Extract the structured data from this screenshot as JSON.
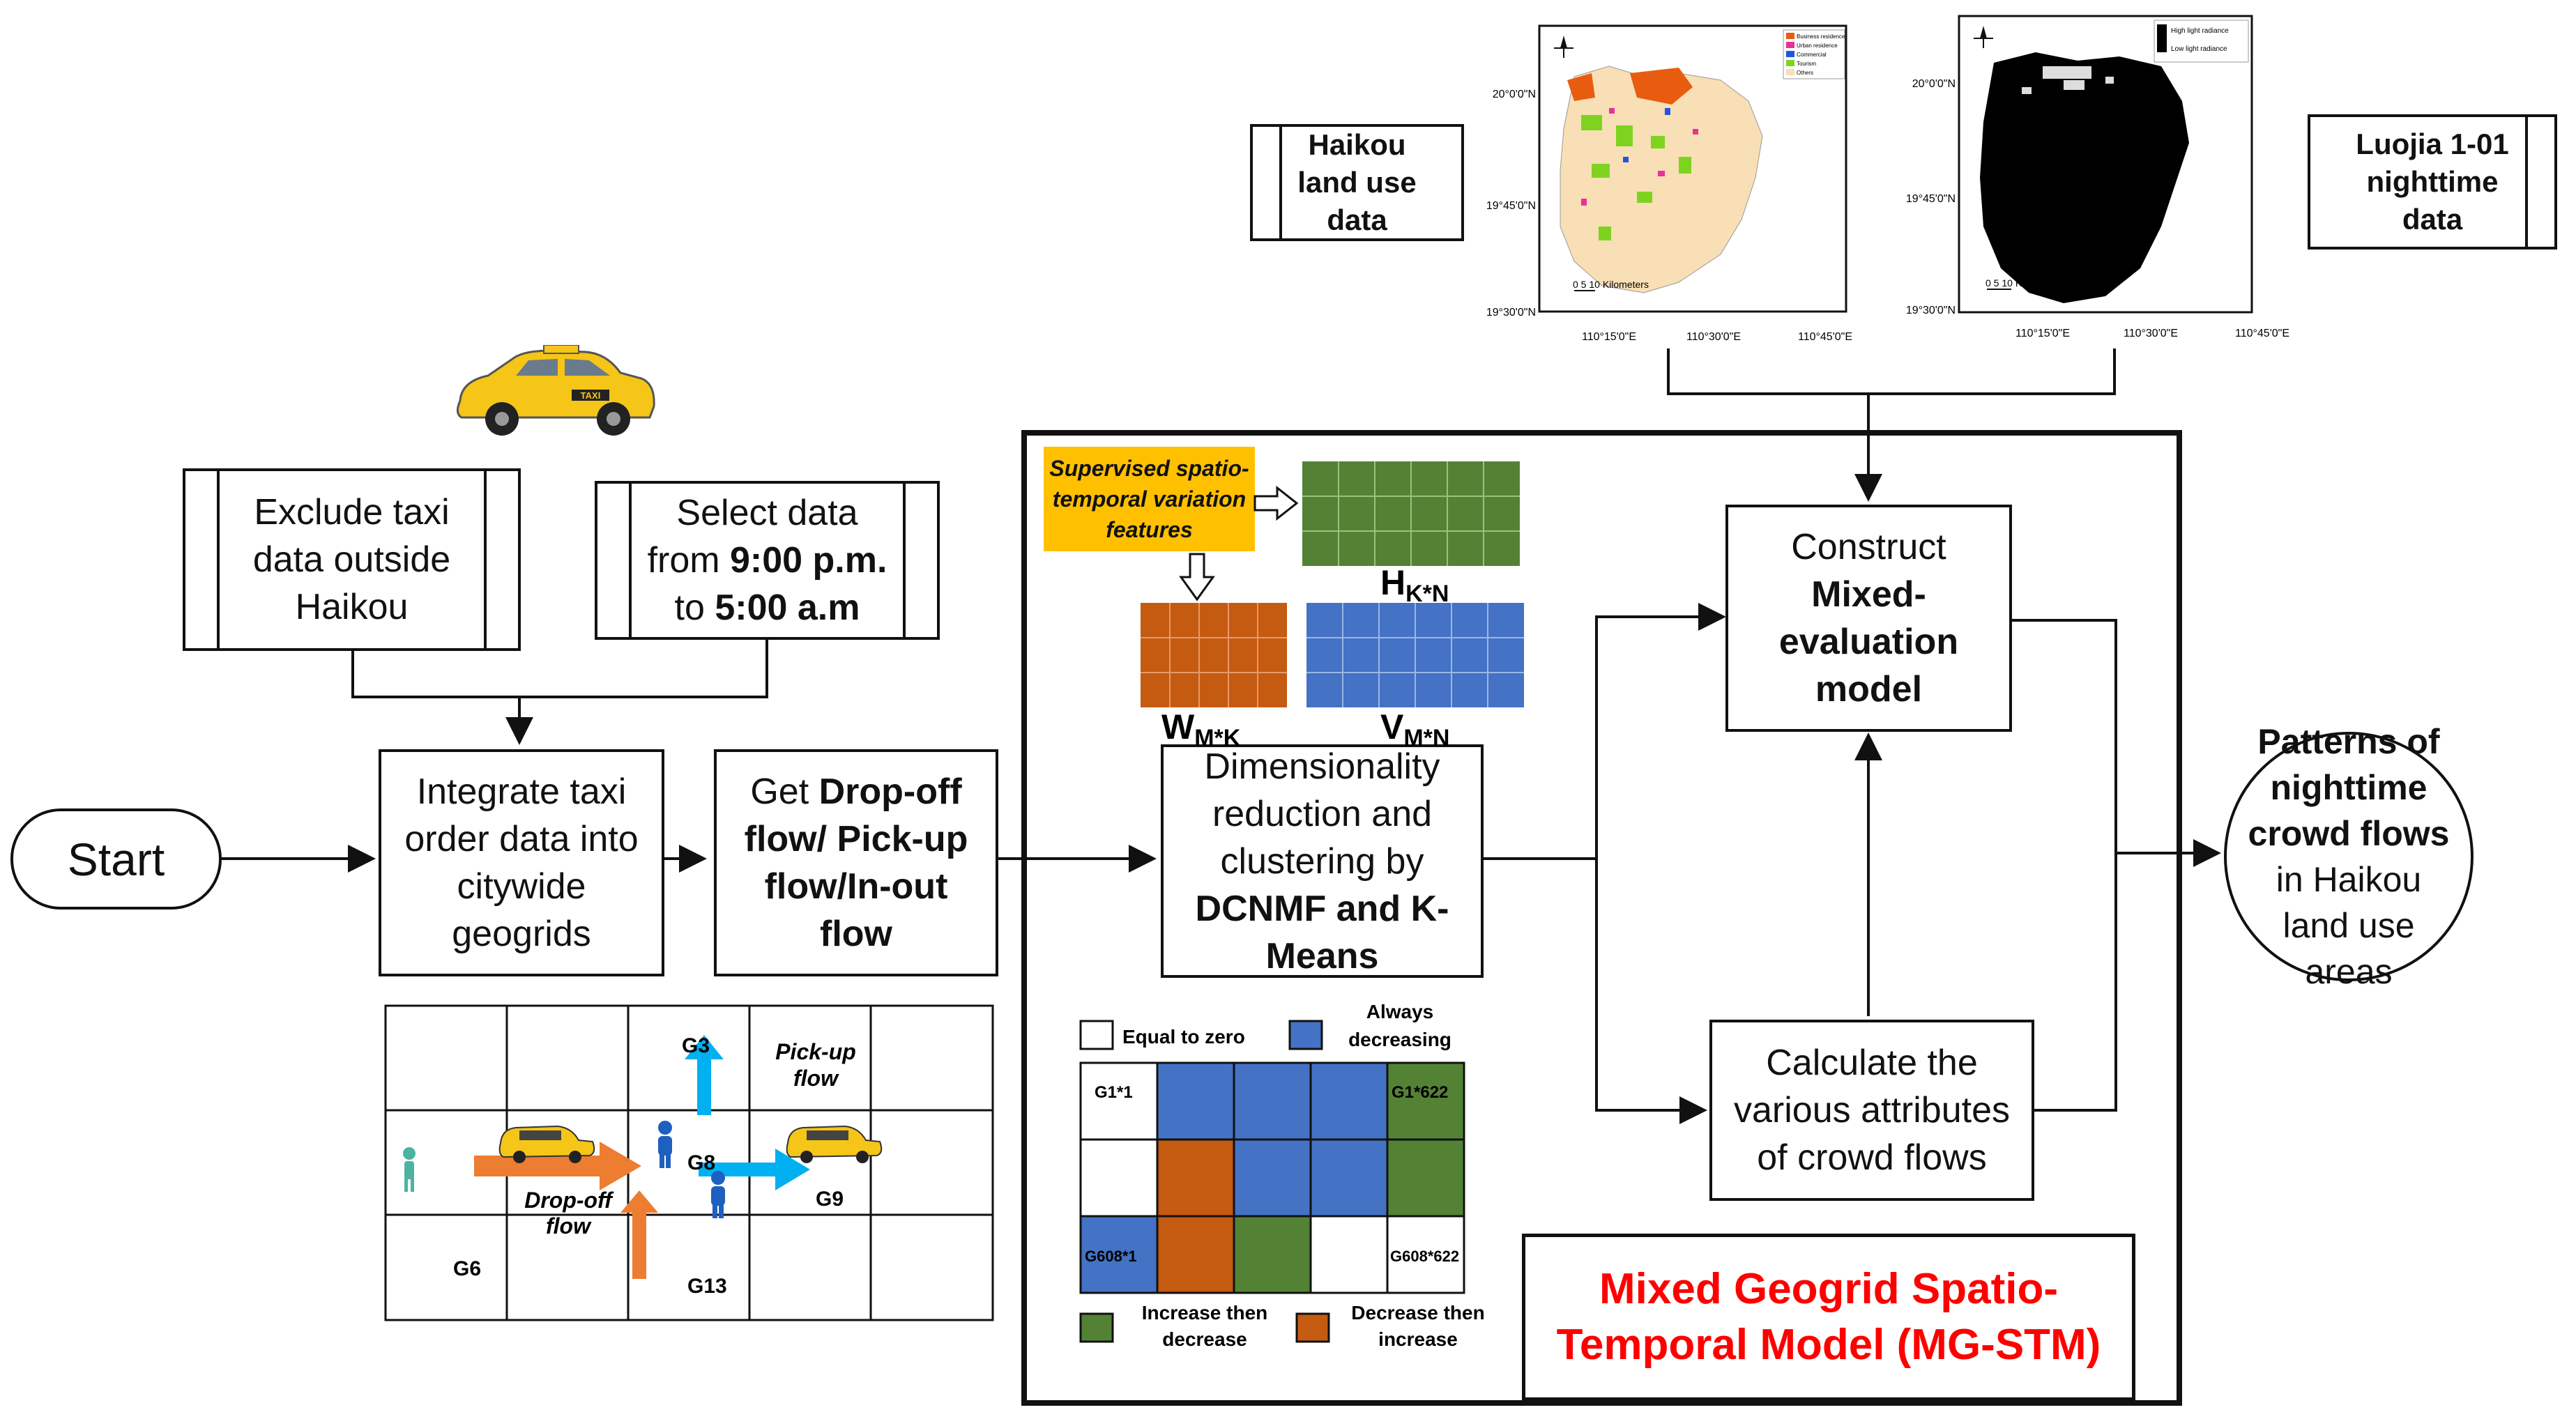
{
  "nodes": {
    "start": "Start",
    "exclude": "Exclude taxi data outside Haikou",
    "select_prefix": "Select data from ",
    "select_time1": "9:00 p.m.",
    "select_mid": " to ",
    "select_time2": "5:00 a.m",
    "integrate": "Integrate taxi order data into citywide geogrids",
    "get_prefix": "Get ",
    "get_bold": "Drop-off flow/ Pick-up flow/In-out flow",
    "dim_prefix": "Dimensionality reduction and clustering by ",
    "dim_bold": "DCNMF and K-Means",
    "construct_prefix": "Construct ",
    "construct_bold": "Mixed-evaluation model",
    "calculate": "Calculate the various attributes of crowd flows",
    "patterns_bold": "Patterns of nighttime crowd flows",
    "patterns_rest": " in Haikou land use areas",
    "landuse": "Haikou land use data",
    "luojia": "Luojia 1-01 nighttime data",
    "model_title": "Mixed Geogrid Spatio-Temporal Model (MG-STM)"
  },
  "matrices": {
    "supervised": "Supervised spatio-temporal variation features",
    "h": "H",
    "h_sub": "K*N",
    "w": "W",
    "w_sub": "M*K",
    "v": "V",
    "v_sub": "M*N"
  },
  "legend": {
    "zero": "Equal to zero",
    "decreasing": "Always decreasing",
    "inc_dec": "Increase then decrease",
    "dec_inc": "Decrease then increase"
  },
  "cluster_grid": {
    "g11": "G1*1",
    "g1622": "G1*622",
    "g6081": "G608*1",
    "g608622": "G608*622"
  },
  "flow_grid": {
    "g3": "G3",
    "g6": "G6",
    "g8": "G8",
    "g9": "G9",
    "g13": "G13",
    "pickup": "Pick-up flow",
    "dropoff": "Drop-off flow"
  },
  "maps": {
    "lat1": "20°0'0\"N",
    "lat2": "19°45'0\"N",
    "lat3": "19°30'0\"N",
    "lon1": "110°15'0\"E",
    "lon2": "110°30'0\"E",
    "lon3": "110°45'0\"E",
    "scale": "0  5  10 Kilometers",
    "lu_legend": [
      "Business residence",
      "Urban residence",
      "Commercial",
      "Tourism",
      "Others"
    ],
    "nt_legend": [
      "High light radiance",
      "Low light radiance"
    ]
  },
  "taxi": {
    "sign": "TAXI"
  },
  "colors": {
    "matrix_green": "#548235",
    "matrix_orange": "#C55A11",
    "matrix_blue": "#4472C4",
    "supervised_bg": "#FFC000",
    "title_red": "#FF0000",
    "arrow_blue": "#00B0F0",
    "arrow_orange": "#ED7D31",
    "taxi_yellow": "#F5C518",
    "land_beige": "#F8DFB5"
  }
}
